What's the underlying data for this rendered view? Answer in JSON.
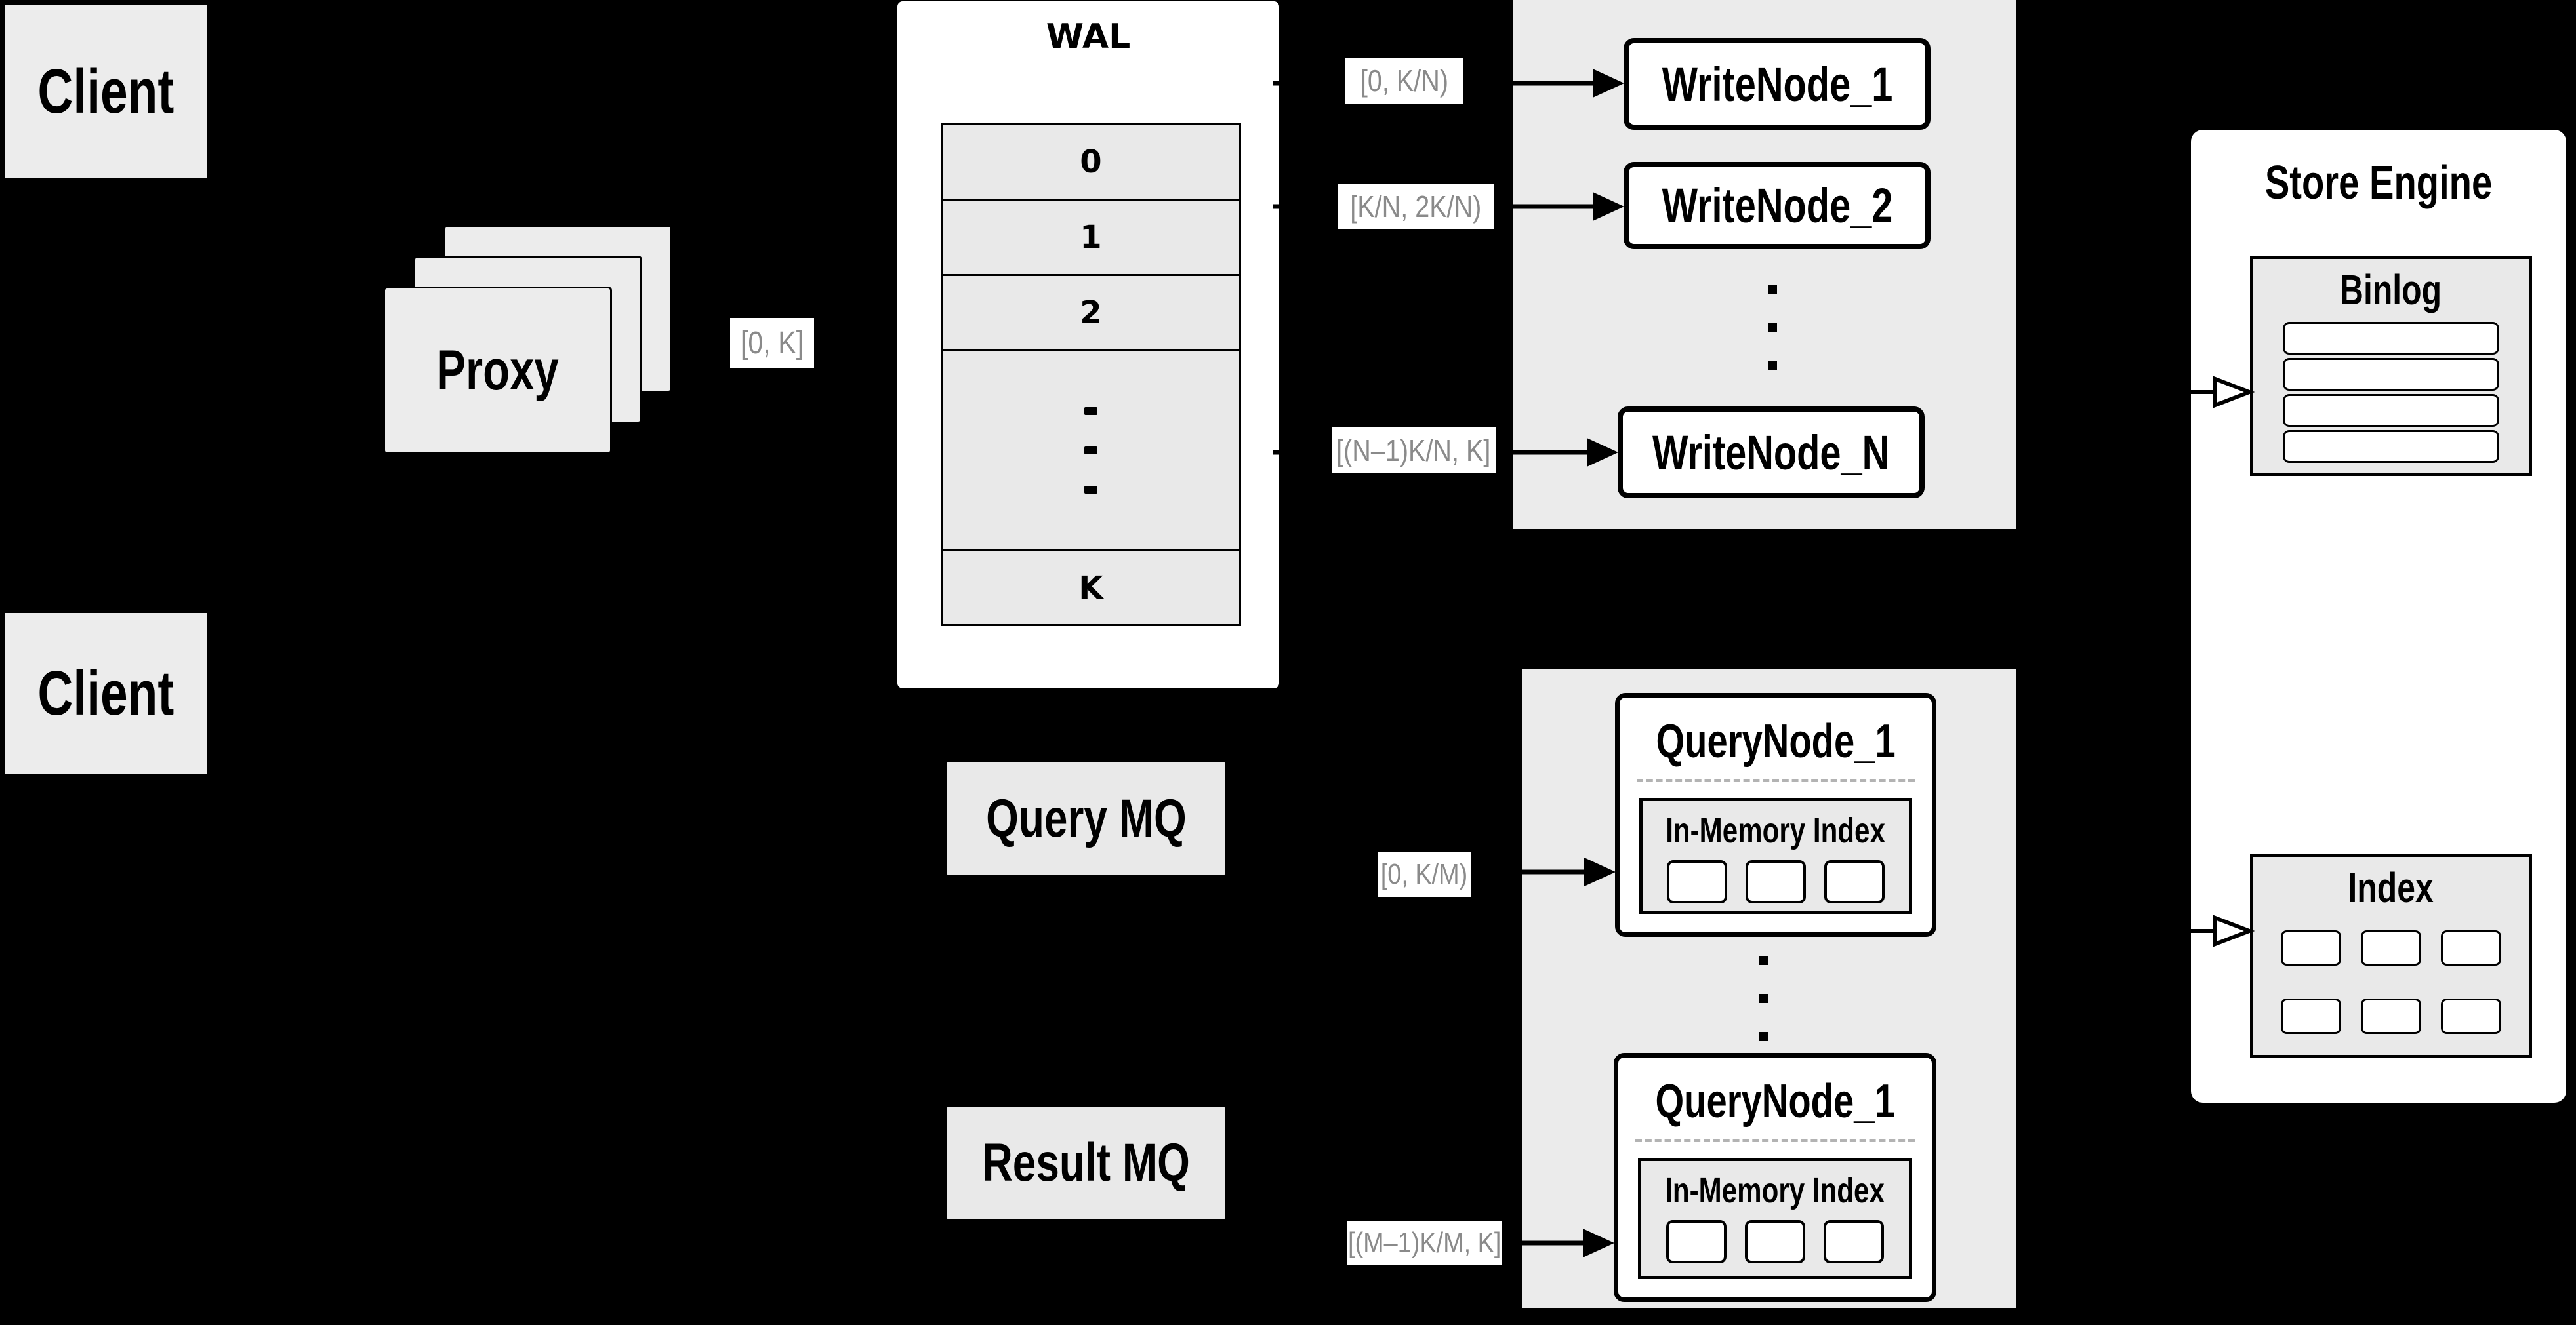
{
  "diagram": {
    "clients": {
      "top": "Client",
      "bottom": "Client"
    },
    "proxy": {
      "label": "Proxy"
    },
    "ingest_label": "[0, K]",
    "wal": {
      "title": "WAL",
      "rows": [
        "0",
        "1",
        "2",
        "K"
      ]
    },
    "write_group": {
      "nodes": [
        "WriteNode_1",
        "WriteNode_2",
        "WriteNode_N"
      ],
      "range_labels": [
        "[0,  K/N)",
        "[K/N, 2K/N)",
        "[(N–1)K/N,  K]"
      ]
    },
    "query_group": {
      "nodes": [
        {
          "title": "QueryNode_1",
          "inner": "In-Memory Index"
        },
        {
          "title": "QueryNode_1",
          "inner": "In-Memory Index"
        }
      ],
      "range_labels": [
        "[0, K/M)",
        "[(M–1)K/M, K]"
      ]
    },
    "mq": {
      "query": "Query MQ",
      "result": "Result MQ"
    },
    "store": {
      "title": "Store Engine",
      "binlog": "Binlog",
      "index": "Index"
    },
    "colors": {
      "background": "#000000",
      "panel_white": "#ffffff",
      "box_gray": "#ebebeb",
      "label_text_gray": "#8a8a8a",
      "line_black": "#000000"
    }
  }
}
